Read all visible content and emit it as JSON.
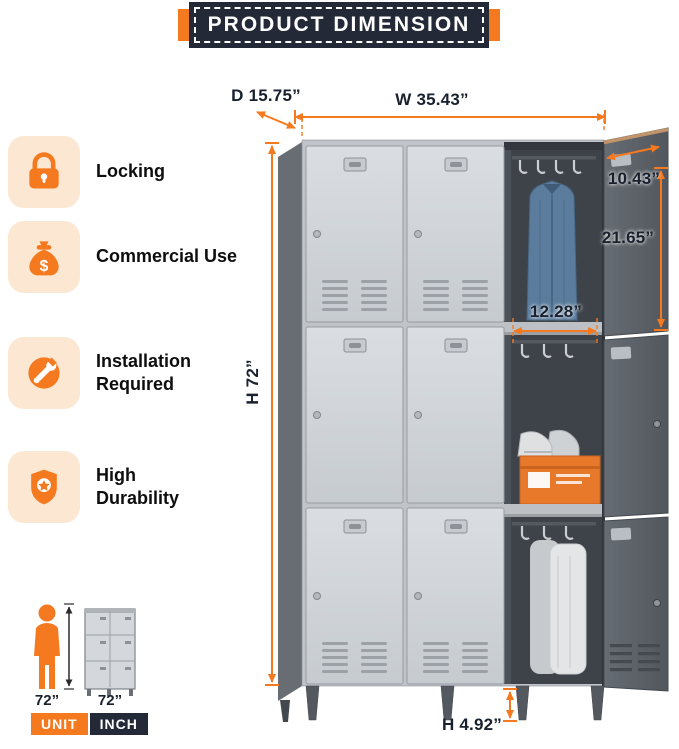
{
  "title": "PRODUCT DIMENSION",
  "features": [
    {
      "label": "Locking",
      "icon": "lock-icon"
    },
    {
      "label": "Commercial Use",
      "icon": "money-bag-icon"
    },
    {
      "label": "Installation\nRequired",
      "icon": "wrench-icon"
    },
    {
      "label": "High\nDurability",
      "icon": "shield-icon"
    }
  ],
  "icons": {
    "money_bag_symbol": "$"
  },
  "dimensions": {
    "depth": "D 15.75”",
    "width": "W 35.43”",
    "height": "H 72”",
    "open_door_width": "10.43”",
    "compartment_height": "21.65”",
    "compartment_width": "12.28”",
    "leg_height": "H 4.92”"
  },
  "scale_reference": {
    "person_height": "72”",
    "locker_height": "72”",
    "unit_label": "UNIT",
    "unit_value": "INCH"
  },
  "colors": {
    "accent_orange": "#F4791F",
    "banner_navy": "#232936",
    "feature_icon_bg": "#FCE7D3",
    "cabinet_gray": "#D3D7DB",
    "cabinet_side_gray": "#686D74",
    "open_door_gray": "#5C6168",
    "interior_gray": "#3E434A",
    "shoebox_orange": "#E8782A"
  }
}
